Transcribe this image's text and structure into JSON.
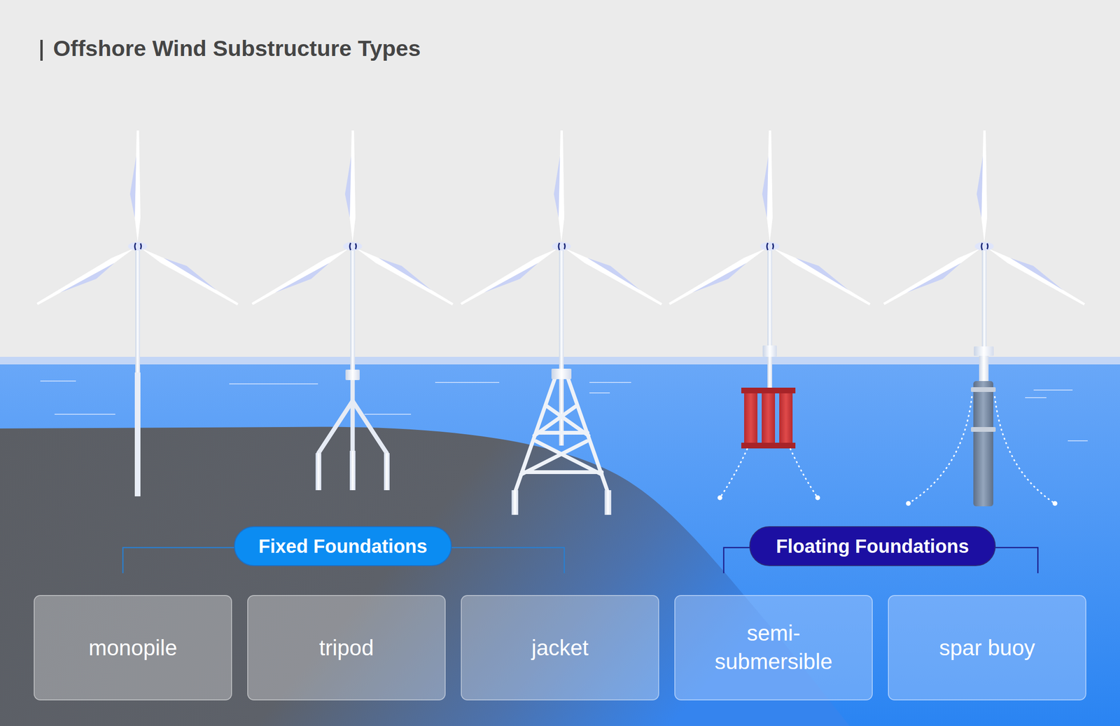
{
  "diagram": {
    "title": "Offshore Wind Substructure Types",
    "nodes": [
      {
        "text": [
          "Fixed Foundations"
        ]
      },
      {
        "text": [
          "Floating Foundations"
        ]
      },
      {
        "text": [
          "monopile"
        ]
      },
      {
        "text": [
          "tripod"
        ]
      },
      {
        "text": [
          "jacket"
        ]
      },
      {
        "text": [
          "semi- submersible"
        ]
      },
      {
        "text": [
          "spar buoy"
        ]
      }
    ]
  }
}
